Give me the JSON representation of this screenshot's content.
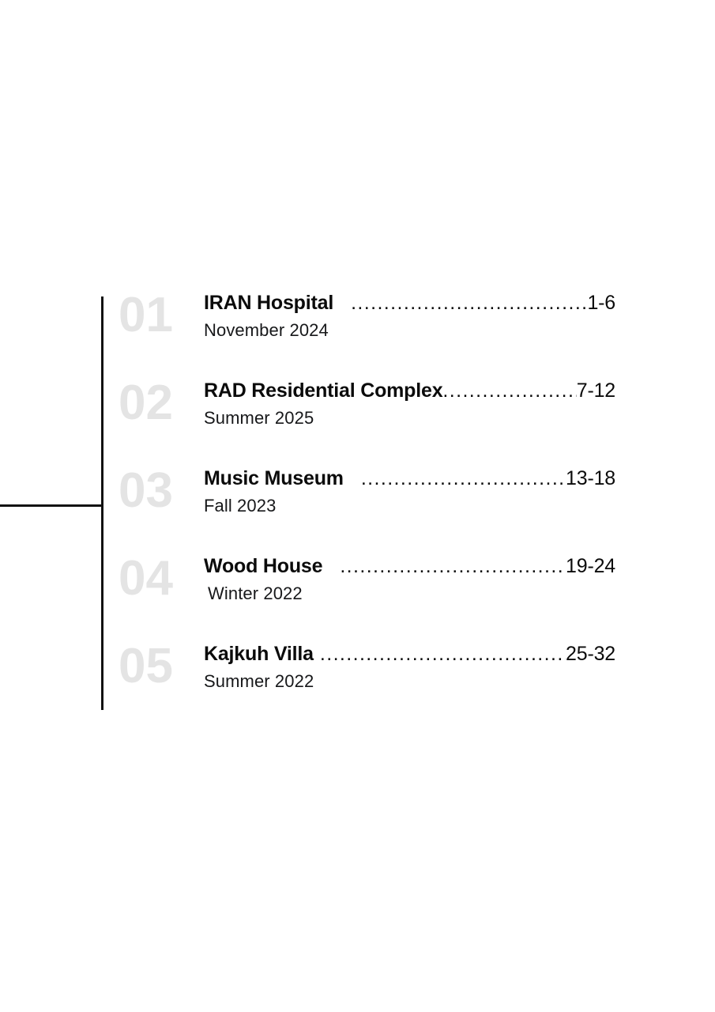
{
  "page": {
    "background_color": "#ffffff",
    "rule_color": "#111111",
    "number_color": "#e4e4e4",
    "text_color": "#0b0b0b"
  },
  "toc": {
    "entries": [
      {
        "number": "01",
        "title": "IRAN Hospital",
        "leader": "..............................................",
        "pages": "1-6",
        "subtitle": "November 2024"
      },
      {
        "number": "02",
        "title": "RAD Residential Complex",
        "leader": ".....................",
        "pages": "7-12",
        "subtitle": "Summer 2025"
      },
      {
        "number": "03",
        "title": "Music Museum",
        "leader": ".....................................",
        "pages": "13-18",
        "subtitle": "Fall 2023"
      },
      {
        "number": "04",
        "title": "Wood House",
        "leader": "........................................",
        "pages": "19-24",
        "subtitle": "Winter 2022"
      },
      {
        "number": "05",
        "title": "Kajkuh Villa",
        "leader": "..........................................",
        "pages": "25-32",
        "subtitle": "Summer 2022"
      }
    ]
  }
}
